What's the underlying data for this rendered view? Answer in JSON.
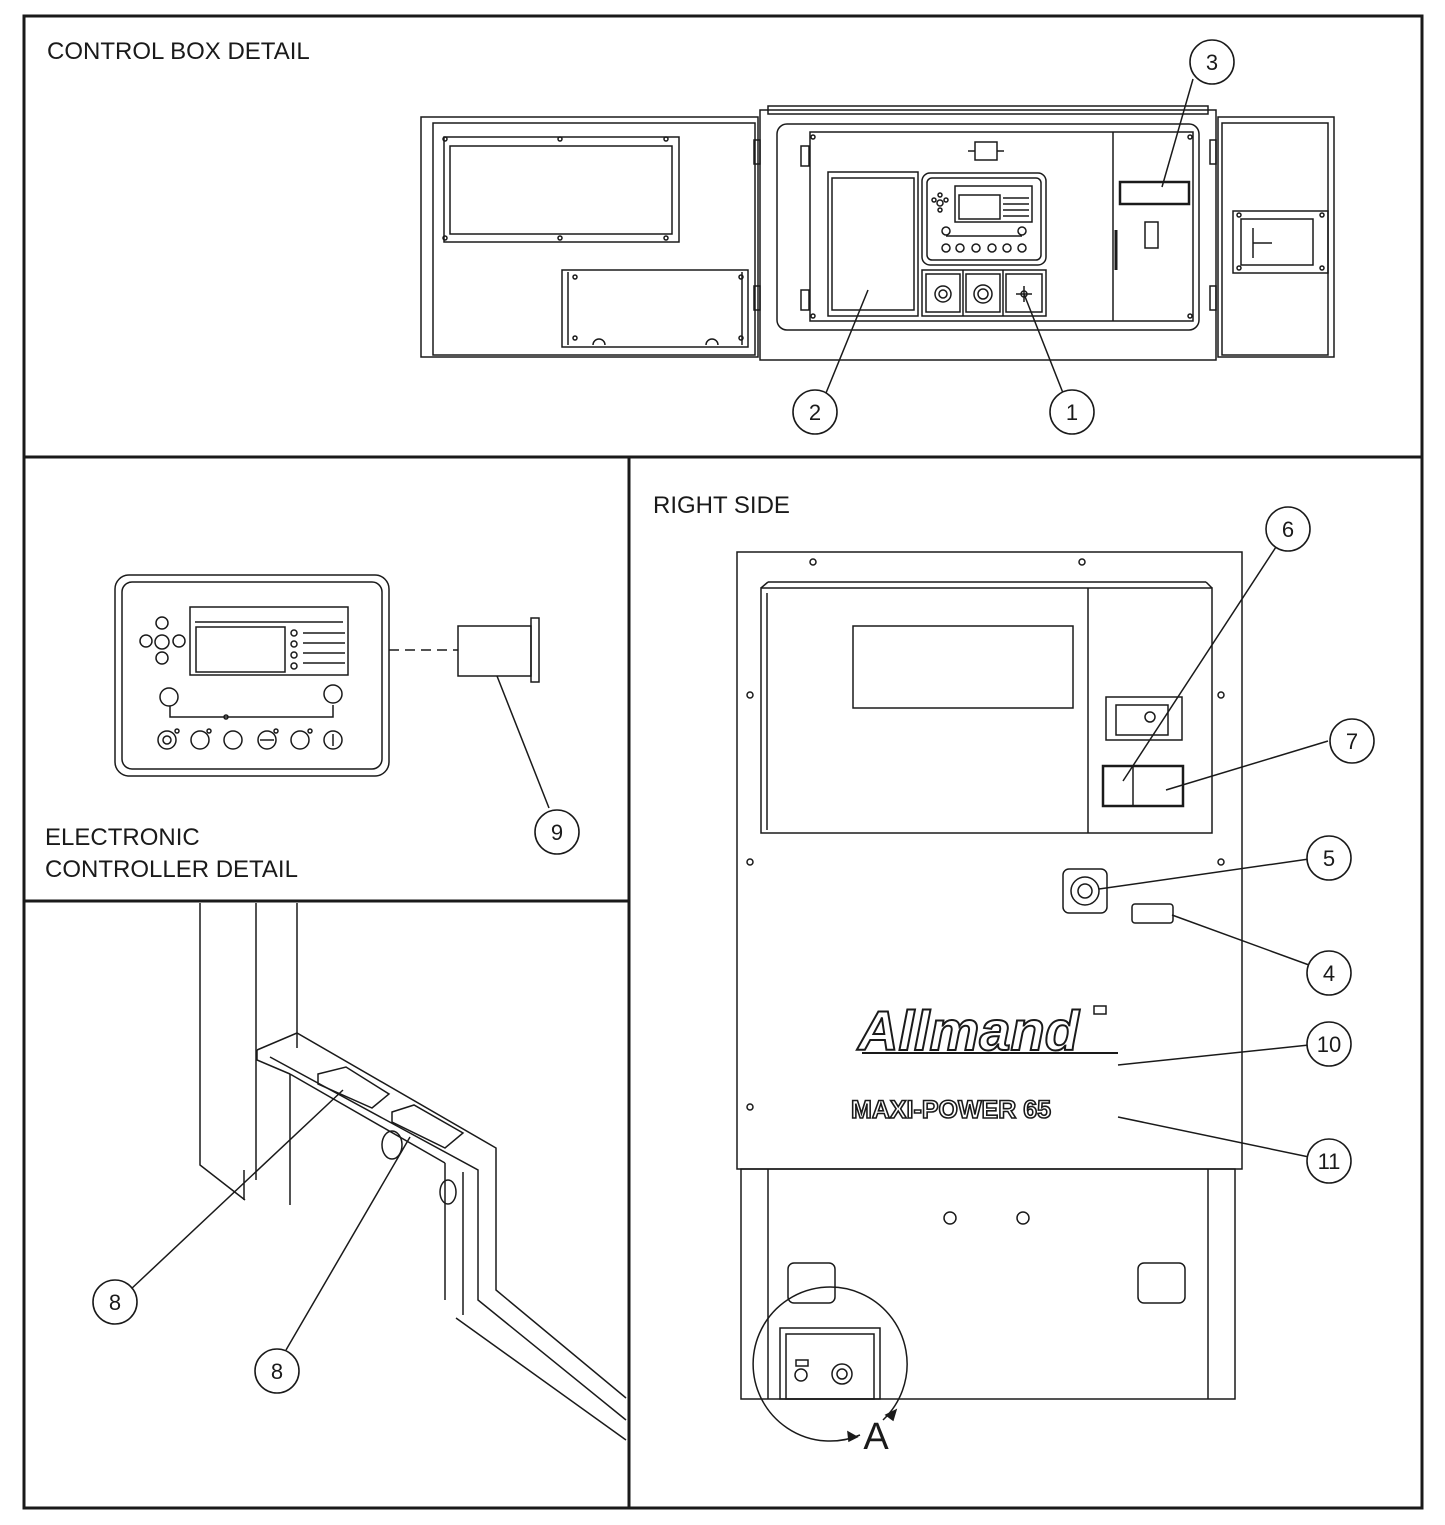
{
  "panels": {
    "control_box": {
      "title": "CONTROL BOX DETAIL"
    },
    "controller": {
      "title_line1": "ELECTRONIC",
      "title_line2": "CONTROLLER DETAIL"
    },
    "right_side": {
      "title": "RIGHT SIDE"
    }
  },
  "callouts": {
    "c1": "1",
    "c2": "2",
    "c3": "3",
    "c4": "4",
    "c5": "5",
    "c6": "6",
    "c7": "7",
    "c8a": "8",
    "c8b": "8",
    "c9": "9",
    "c10": "10",
    "c11": "11"
  },
  "detail_marker": "A",
  "branding": {
    "logo": "Allmand",
    "model": "MAXI-POWER 65"
  },
  "colors": {
    "line": "#1a1a1a",
    "background": "#ffffff"
  }
}
